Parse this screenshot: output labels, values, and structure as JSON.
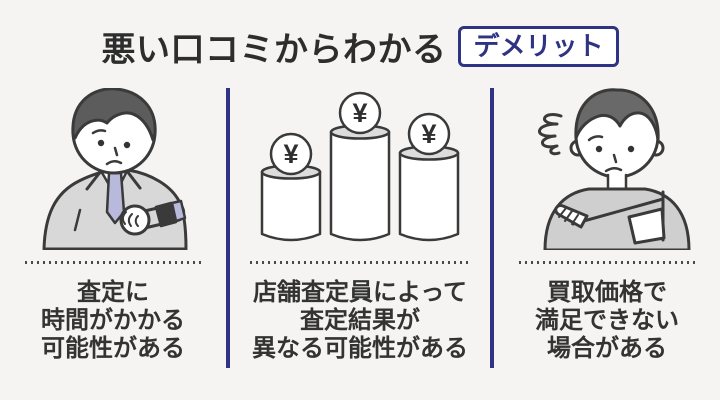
{
  "page": {
    "background": "#f5f4f2",
    "accent_navy": "#2e3383",
    "text_dark": "#333333",
    "outline": "#3a3a3a"
  },
  "header": {
    "title": "悪い口コミからわかる",
    "badge": "デメリット"
  },
  "columns": [
    {
      "figure": "man-looking-at-watch",
      "lines": [
        "査定に",
        "時間がかかる",
        "可能性がある"
      ]
    },
    {
      "figure": "yen-coin-podiums-different-heights",
      "lines": [
        "店舗査定員によって",
        "査定結果が",
        "異なる可能性がある"
      ]
    },
    {
      "figure": "annoyed-person-crossed-arms",
      "lines": [
        "買取価格で",
        "満足できない",
        "場合がある"
      ]
    }
  ],
  "figures": {
    "coin_symbol": "¥"
  }
}
